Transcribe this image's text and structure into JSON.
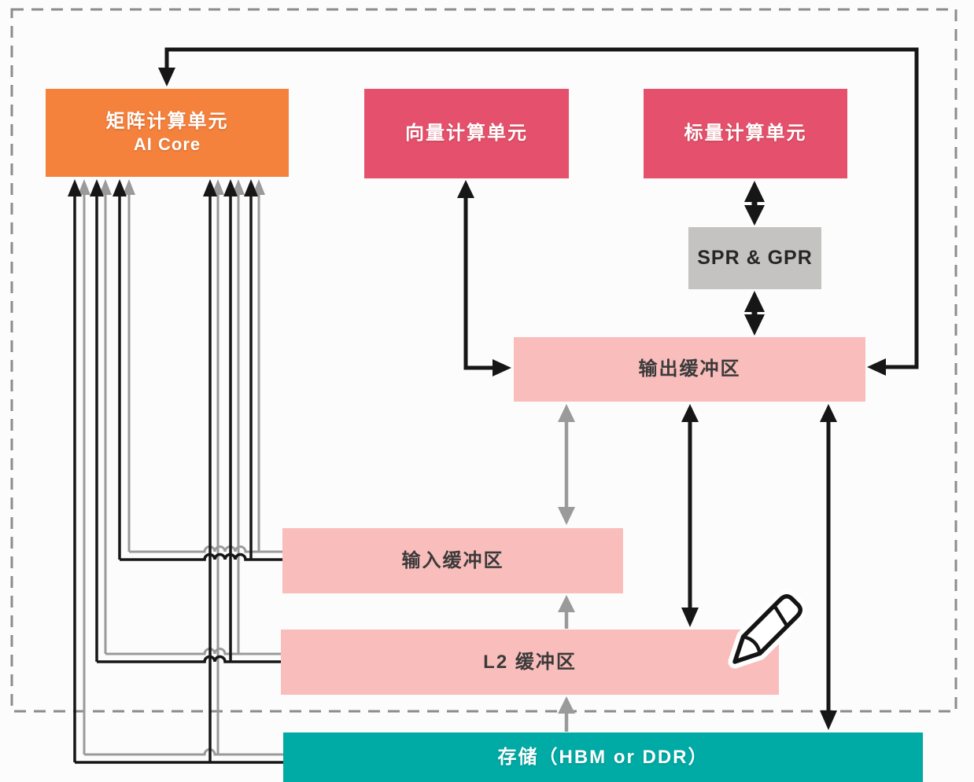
{
  "diagram": {
    "title_hint": "AI Core architecture block diagram",
    "nodes": {
      "matrix_unit": {
        "label_line1": "矩阵计算单元",
        "label_line2": "AI Core",
        "color": "#F4813C"
      },
      "vector_unit": {
        "label": "向量计算单元",
        "color": "#E5506C"
      },
      "scalar_unit": {
        "label": "标量计算单元",
        "color": "#E5506C"
      },
      "spr_gpr": {
        "label": "SPR & GPR",
        "color": "#C4C3C2"
      },
      "output_buffer": {
        "label": "输出缓冲区",
        "color": "#F9BDBB"
      },
      "input_buffer": {
        "label": "输入缓冲区",
        "color": "#F9BDBB"
      },
      "l2_buffer": {
        "label": "L2 缓冲区",
        "color": "#F9BDBB"
      },
      "memory": {
        "label": "存储（HBM or DDR）",
        "color": "#00AAA5"
      }
    },
    "line_colors": {
      "black": "#161616",
      "gray": "#9a9a9a"
    },
    "border": {
      "style": "dashed",
      "color": "#8c8c8c"
    },
    "edges": [
      {
        "from": "output_buffer",
        "to": "matrix_unit",
        "color": "black",
        "arrows": "both",
        "route": "top-loop"
      },
      {
        "from": "vector_unit",
        "to": "output_buffer",
        "color": "black",
        "arrows": "both"
      },
      {
        "from": "scalar_unit",
        "to": "spr_gpr",
        "color": "black",
        "arrows": "both"
      },
      {
        "from": "spr_gpr",
        "to": "output_buffer",
        "color": "black",
        "arrows": "both"
      },
      {
        "from": "output_buffer",
        "to": "input_buffer",
        "color": "gray",
        "arrows": "both"
      },
      {
        "from": "l2_buffer",
        "to": "input_buffer",
        "color": "gray",
        "arrows": "to"
      },
      {
        "from": "memory",
        "to": "l2_buffer",
        "color": "gray",
        "arrows": "to"
      },
      {
        "from": "output_buffer",
        "to": "l2_buffer",
        "color": "black",
        "arrows": "both"
      },
      {
        "from": "output_buffer",
        "to": "memory",
        "color": "black",
        "arrows": "both"
      },
      {
        "from": "input_buffer",
        "to": "matrix_unit",
        "color": "black+gray",
        "arrows": "to",
        "lanes": 4
      },
      {
        "from": "l2_buffer",
        "to": "matrix_unit",
        "color": "black+gray",
        "arrows": "to",
        "lanes": 4
      },
      {
        "from": "memory",
        "to": "matrix_unit",
        "color": "black+gray",
        "arrows": "to",
        "lanes": 4
      }
    ],
    "icons": {
      "pencil": "pencil-annotation"
    }
  }
}
